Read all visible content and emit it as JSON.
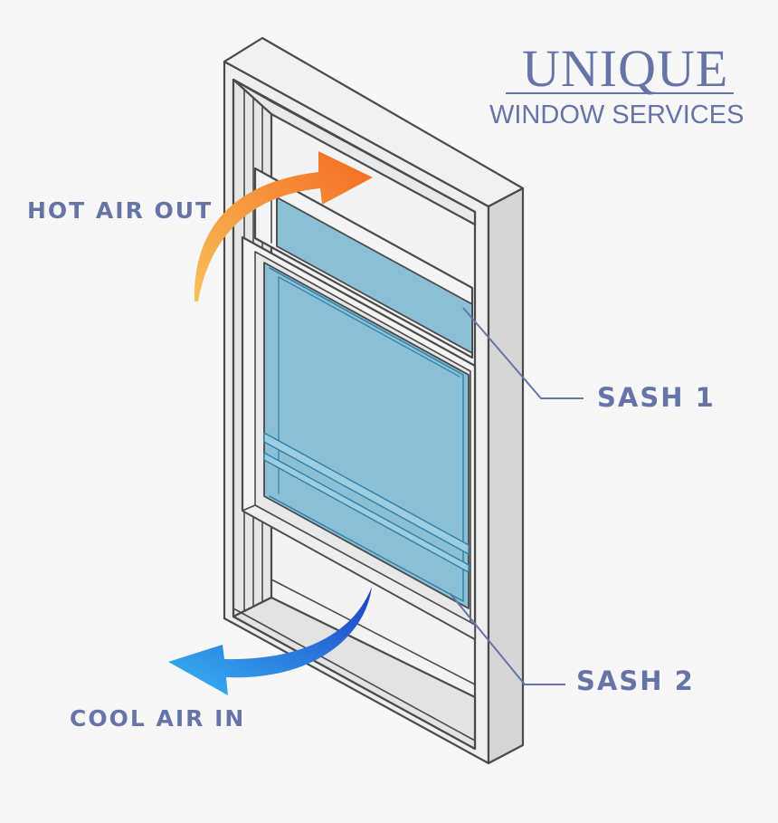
{
  "logo": {
    "main": "UNIQUE",
    "sub": "WINDOW SERVICES"
  },
  "labels": {
    "hot_air_out": "HOT AIR OUT",
    "cool_air_in": "COOL AIR IN",
    "sash_1": "SASH 1",
    "sash_2": "SASH 2"
  },
  "colors": {
    "label_text": "#6674a8",
    "frame_stroke": "#4a4a4a",
    "glass": "#8bbfd6",
    "hot_arrow_start": "#f7c15a",
    "hot_arrow_end": "#f46a20",
    "cool_arrow_start": "#1f3fc4",
    "cool_arrow_end": "#37b6f5"
  }
}
